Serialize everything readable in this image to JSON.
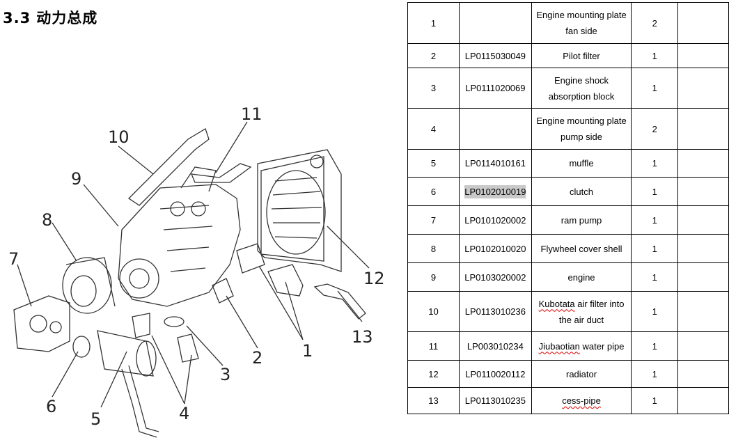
{
  "heading": {
    "number": "3.3",
    "title": "动力总成"
  },
  "diagram": {
    "callouts": [
      "1",
      "2",
      "3",
      "4",
      "5",
      "6",
      "7",
      "8",
      "9",
      "10",
      "11",
      "12",
      "13"
    ]
  },
  "parts_table": {
    "rows": [
      {
        "no": "1",
        "code": "",
        "name": [
          "Engine mounting plate",
          "fan side"
        ],
        "qty": "2",
        "h": 59
      },
      {
        "no": "2",
        "code": "LP0115030049",
        "name": [
          "Pilot filter"
        ],
        "qty": "1",
        "h": 35
      },
      {
        "no": "3",
        "code": "LP0111020069",
        "name": [
          "Engine shock",
          "absorption block"
        ],
        "qty": "1",
        "h": 58
      },
      {
        "no": "4",
        "code": "",
        "name": [
          "Engine mounting plate",
          "pump side"
        ],
        "qty": "2",
        "h": 59
      },
      {
        "no": "5",
        "code": "LP0114010161",
        "name": [
          "muffle"
        ],
        "qty": "1",
        "h": 40
      },
      {
        "no": "6",
        "code": "LP0102010019",
        "name": [
          "clutch"
        ],
        "qty": "1",
        "h": 41,
        "highlight": true
      },
      {
        "no": "7",
        "code": "LP0101020002",
        "name": [
          "ram pump"
        ],
        "qty": "1",
        "h": 41
      },
      {
        "no": "8",
        "code": "LP0102010020",
        "name": [
          "Flywheel cover shell"
        ],
        "qty": "1",
        "h": 41
      },
      {
        "no": "9",
        "code": "LP0103020002",
        "name": [
          "engine"
        ],
        "qty": "1",
        "h": 41
      },
      {
        "no": "10",
        "code": "LP0113010236",
        "name": [
          "Kubotata air filter into",
          "the air duct"
        ],
        "qty": "1",
        "h": 58,
        "squiggle": "Kubotata"
      },
      {
        "no": "11",
        "code": "LP003010234",
        "name": [
          "Jiubaotian water pipe"
        ],
        "qty": "1",
        "h": 41,
        "squiggle": "Jiubaotian"
      },
      {
        "no": "12",
        "code": "LP0110020112",
        "name": [
          "radiator"
        ],
        "qty": "1",
        "h": 39
      },
      {
        "no": "13",
        "code": "LP0113010235",
        "name": [
          "cess-pipe"
        ],
        "qty": "1",
        "h": 38,
        "squiggle": "cess-pipe"
      }
    ]
  }
}
